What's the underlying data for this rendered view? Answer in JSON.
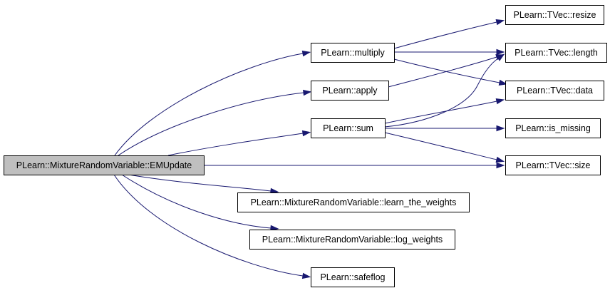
{
  "graph": {
    "nodes": [
      {
        "id": "root",
        "label": "PLearn::MixtureRandomVariable::EMUpdate",
        "root": true
      },
      {
        "id": "multiply",
        "label": "PLearn::multiply"
      },
      {
        "id": "apply",
        "label": "PLearn::apply"
      },
      {
        "id": "sum",
        "label": "PLearn::sum"
      },
      {
        "id": "learn",
        "label": "PLearn::MixtureRandomVariable::learn_the_weights"
      },
      {
        "id": "logw",
        "label": "PLearn::MixtureRandomVariable::log_weights"
      },
      {
        "id": "safeflog",
        "label": "PLearn::safeflog"
      },
      {
        "id": "resize",
        "label": "PLearn::TVec::resize"
      },
      {
        "id": "length",
        "label": "PLearn::TVec::length"
      },
      {
        "id": "data",
        "label": "PLearn::TVec::data"
      },
      {
        "id": "is_missing",
        "label": "PLearn::is_missing"
      },
      {
        "id": "size",
        "label": "PLearn::TVec::size"
      }
    ],
    "edges": [
      {
        "from": "root",
        "to": "multiply"
      },
      {
        "from": "root",
        "to": "apply"
      },
      {
        "from": "root",
        "to": "sum"
      },
      {
        "from": "root",
        "to": "size"
      },
      {
        "from": "root",
        "to": "learn"
      },
      {
        "from": "root",
        "to": "logw"
      },
      {
        "from": "root",
        "to": "safeflog"
      },
      {
        "from": "multiply",
        "to": "resize"
      },
      {
        "from": "multiply",
        "to": "length"
      },
      {
        "from": "multiply",
        "to": "data"
      },
      {
        "from": "apply",
        "to": "length"
      },
      {
        "from": "sum",
        "to": "length"
      },
      {
        "from": "sum",
        "to": "data"
      },
      {
        "from": "sum",
        "to": "is_missing"
      },
      {
        "from": "sum",
        "to": "size"
      }
    ],
    "colors": {
      "edge": "#191970",
      "node_border": "#000000",
      "root_fill": "#bfbfbf",
      "node_fill": "#ffffff"
    }
  }
}
